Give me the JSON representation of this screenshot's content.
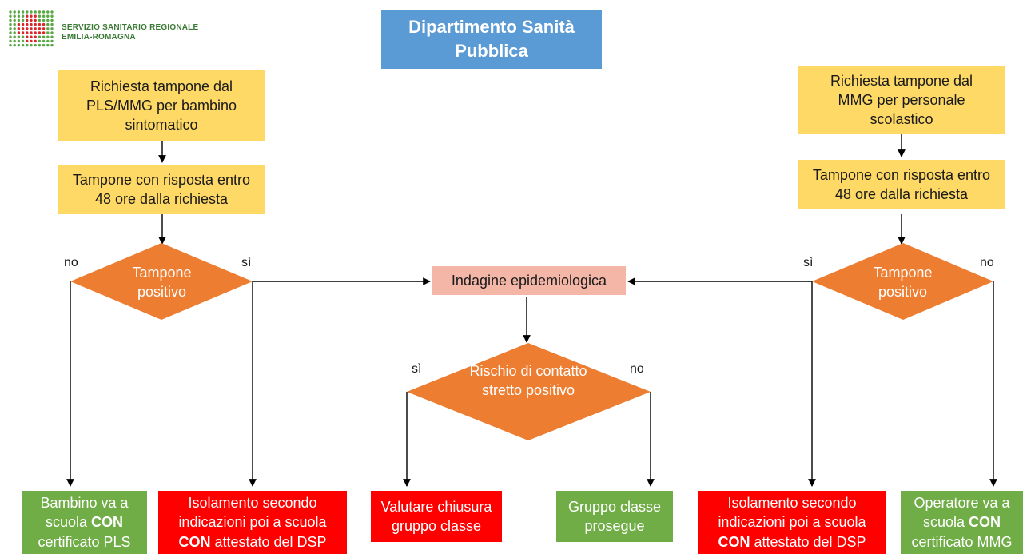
{
  "logo": {
    "line1": "SERVIZIO  SANITARIO  REGIONALE",
    "line2": "EMILIA-ROMAGNA"
  },
  "header": {
    "title": "Dipartimento Sanità Pubblica"
  },
  "left": {
    "request": "Richiesta tampone dal PLS/MMG per bambino sintomatico",
    "swab": "Tampone con risposta entro 48 ore dalla richiesta",
    "decision": "Tampone positivo",
    "no": "no",
    "yes": "sì"
  },
  "right": {
    "request": "Richiesta tampone dal MMG per personale scolastico",
    "swab": "Tampone con risposta entro 48 ore dalla richiesta",
    "decision": "Tampone positivo",
    "no": "no",
    "yes": "sì"
  },
  "center": {
    "investigation": "Indagine epidemiologica",
    "decision": "Rischio di contatto stretto positivo",
    "yes": "sì",
    "no": "no"
  },
  "outcomes": {
    "child_school": {
      "a": "Bambino va a scuola ",
      "bold": "CON",
      "b": " certificato PLS"
    },
    "isolation_left": {
      "a": "Isolamento secondo indicazioni poi a scuola ",
      "bold": "CON",
      "b": " attestato del DSP"
    },
    "evaluate_closure": "Valutare chiusura gruppo classe",
    "class_continues": "Gruppo classe prosegue",
    "isolation_right": {
      "a": "Isolamento secondo indicazioni poi a scuola ",
      "bold": "CON",
      "b": " attestato del DSP"
    },
    "operator_school": {
      "a": "Operatore va a scuola ",
      "bold": "CON",
      "b": " certificato MMG"
    }
  },
  "colors": {
    "yellow": "#FFD966",
    "blue": "#5B9BD5",
    "orange": "#ED7D31",
    "pink": "#F4B6A6",
    "green": "#70AD47",
    "red": "#FF0000"
  }
}
